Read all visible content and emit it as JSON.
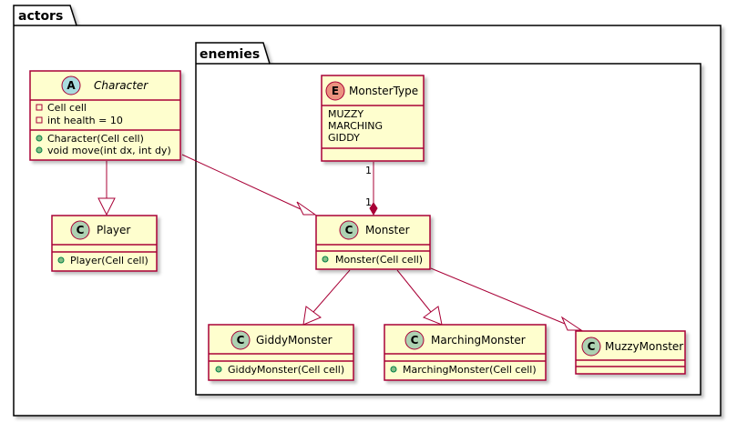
{
  "packages": {
    "outer": {
      "name": "actors"
    },
    "inner": {
      "name": "enemies"
    }
  },
  "classes": {
    "character": {
      "kind": "A",
      "name": "Character",
      "fields": [
        "Cell cell",
        "int health = 10"
      ],
      "methods": [
        "Character(Cell cell)",
        "void move(int dx, int dy)"
      ]
    },
    "player": {
      "kind": "C",
      "name": "Player",
      "fields": [],
      "methods": [
        "Player(Cell cell)"
      ]
    },
    "monster_type": {
      "kind": "E",
      "name": "MonsterType",
      "values": [
        "MUZZY",
        "MARCHING",
        "GIDDY"
      ]
    },
    "monster": {
      "kind": "C",
      "name": "Monster",
      "fields": [],
      "methods": [
        "Monster(Cell cell)"
      ]
    },
    "giddy_monster": {
      "kind": "C",
      "name": "GiddyMonster",
      "fields": [],
      "methods": [
        "GiddyMonster(Cell cell)"
      ]
    },
    "marching_monster": {
      "kind": "C",
      "name": "MarchingMonster",
      "fields": [],
      "methods": [
        "MarchingMonster(Cell cell)"
      ]
    },
    "muzzy_monster": {
      "kind": "C",
      "name": "MuzzyMonster",
      "fields": [],
      "methods": []
    }
  },
  "relations": {
    "composition": {
      "from_mult": "1",
      "to_mult": "1"
    }
  },
  "colors": {
    "class_fill": "#FEFECE",
    "class_border": "#A80036",
    "abstract_badge": "#A9DCDF",
    "class_badge": "#ADD1B2",
    "enum_badge": "#EB937F"
  }
}
